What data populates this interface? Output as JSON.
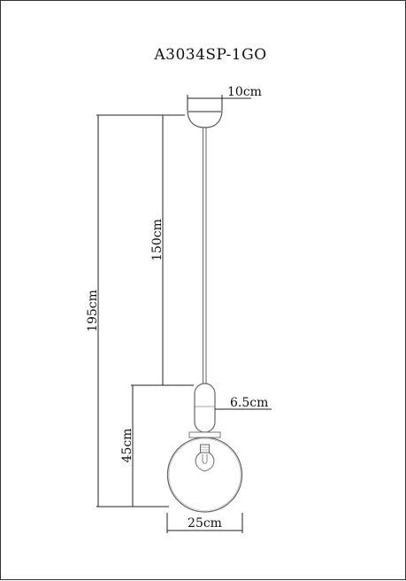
{
  "title": "A3034SP-1GO",
  "dimensions": {
    "canopy_width": "10cm",
    "cord_length": "150cm",
    "total_height": "195cm",
    "shade_height": "45cm",
    "holder_width": "6.5cm",
    "globe_diameter": "25cm"
  },
  "colors": {
    "line": "#222222",
    "fixture": "#888888",
    "brass": "#b5a590"
  }
}
